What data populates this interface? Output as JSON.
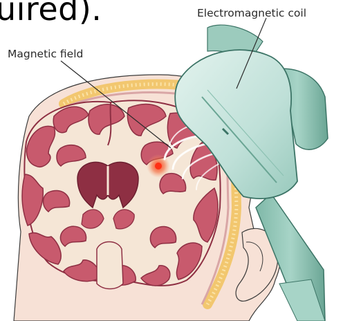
{
  "caption_partial": "uired).",
  "labels": {
    "coil": "Electromagnetic coil",
    "field": "Magnetic field"
  },
  "colors": {
    "cortex": "#c85a6d",
    "cortex_outline": "#8e2f43",
    "white_matter": "#f5e6d6",
    "skin": "#f7e1d6",
    "skull": "#f2cf86",
    "coil": "#bfe0d8",
    "coil_dark": "#6aa594",
    "stimulation_spot": "#f04a2c"
  }
}
